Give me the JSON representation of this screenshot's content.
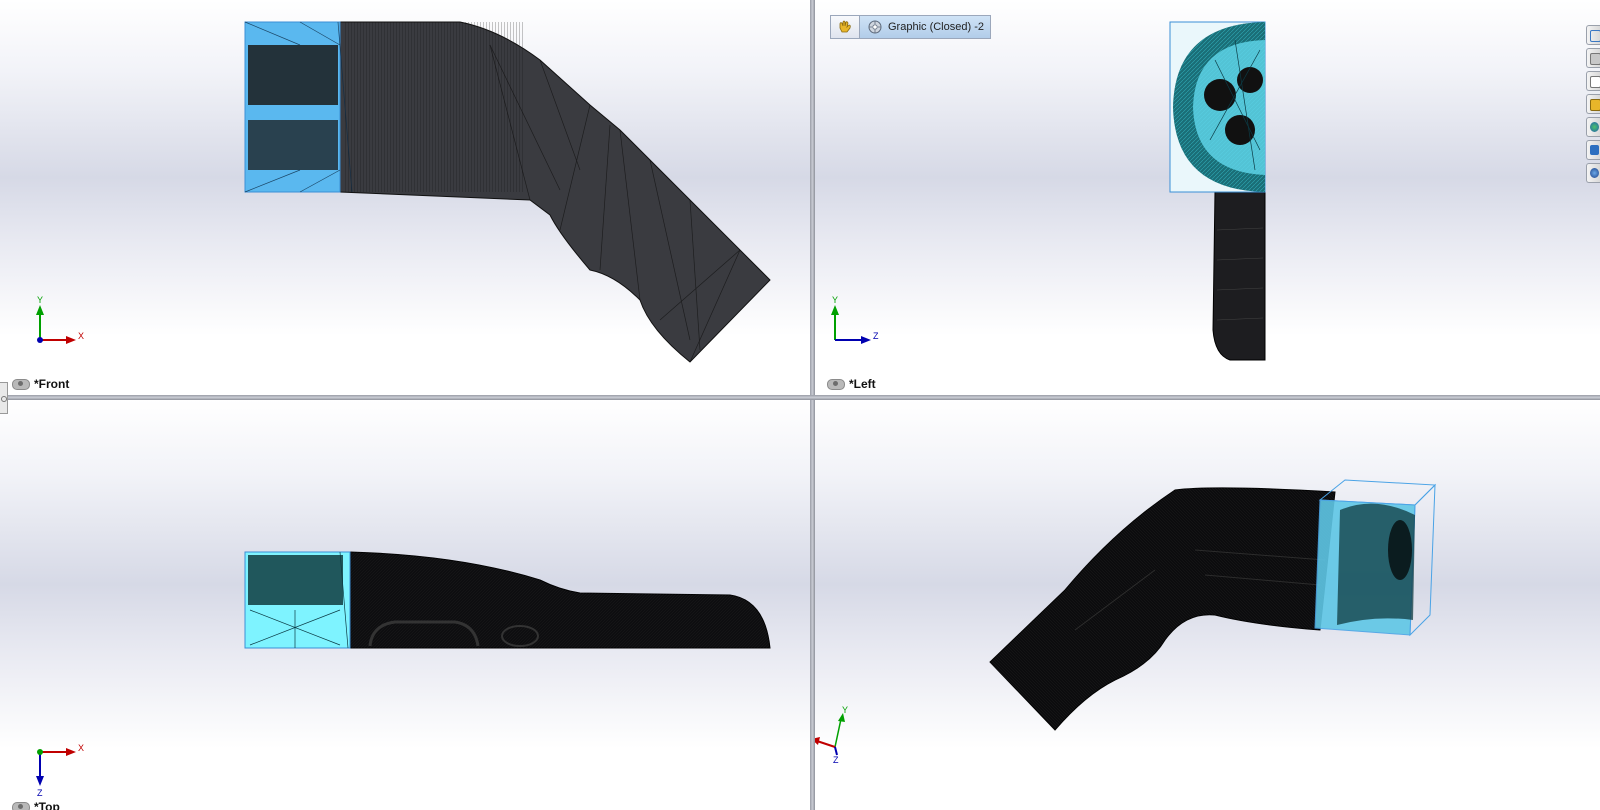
{
  "viewports": {
    "front": {
      "label": "*Front",
      "triad": {
        "up": "Y",
        "right": "X"
      }
    },
    "left": {
      "label": "*Left",
      "triad": {
        "up": "Y",
        "right": "Z"
      }
    },
    "top": {
      "label": "*Top",
      "triad": {
        "down": "Z",
        "right": "X"
      }
    },
    "iso": {
      "label": "",
      "triad": {
        "up": "Y",
        "left": "X",
        "down": "Z"
      }
    }
  },
  "breadcrumb": {
    "items": [
      {
        "icon": "assembly-hand-icon"
      },
      {
        "icon": "part-icon",
        "label": "Graphic (Closed) -2"
      }
    ]
  },
  "task_pane": {
    "buttons": [
      "home-icon",
      "parts-library-icon",
      "file-explorer-icon",
      "view-palette-icon",
      "appearances-icon",
      "custom-properties-icon",
      "forum-icon"
    ]
  },
  "colors": {
    "model": "#2b2b2e",
    "selection": "#4aa3e6",
    "selection_fill": "#6fd0f5",
    "axis_x": "#c00000",
    "axis_y": "#00a000",
    "axis_z": "#0000b0"
  }
}
